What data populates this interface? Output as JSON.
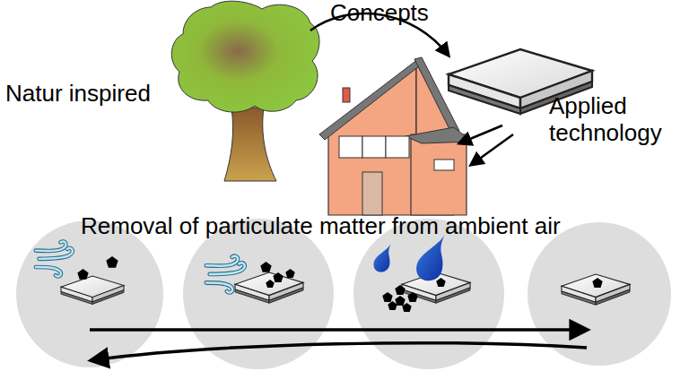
{
  "diagram": {
    "labels": [
      "Concepts",
      "Natur inspired",
      "Applied technology",
      "Removal of particulate matter from ambient air"
    ]
  }
}
